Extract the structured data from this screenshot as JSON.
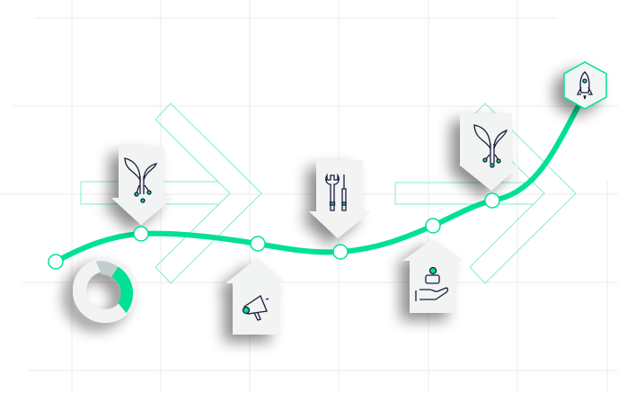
{
  "colors": {
    "accent": "#00e096",
    "outline": "#7ff0c4",
    "grid": "#ebebeb",
    "card": "#f2f3f3",
    "icon_stroke": "#1b1a3e",
    "donut_gray": "#c1cdcc"
  },
  "milestones": [
    {
      "icon": "plant-circuit-icon",
      "direction": "down"
    },
    {
      "icon": "megaphone-icon",
      "direction": "up"
    },
    {
      "icon": "wrench-screwdriver-icon",
      "direction": "down"
    },
    {
      "icon": "hand-person-icon",
      "direction": "up"
    },
    {
      "icon": "plant-circuit-icon",
      "direction": "down"
    }
  ],
  "goal": {
    "icon": "rocket-icon"
  },
  "donut": {
    "segments": [
      {
        "name": "accent",
        "fraction": 0.22
      },
      {
        "name": "light",
        "fraction": 0.63
      },
      {
        "name": "gray",
        "fraction": 0.15
      }
    ]
  }
}
